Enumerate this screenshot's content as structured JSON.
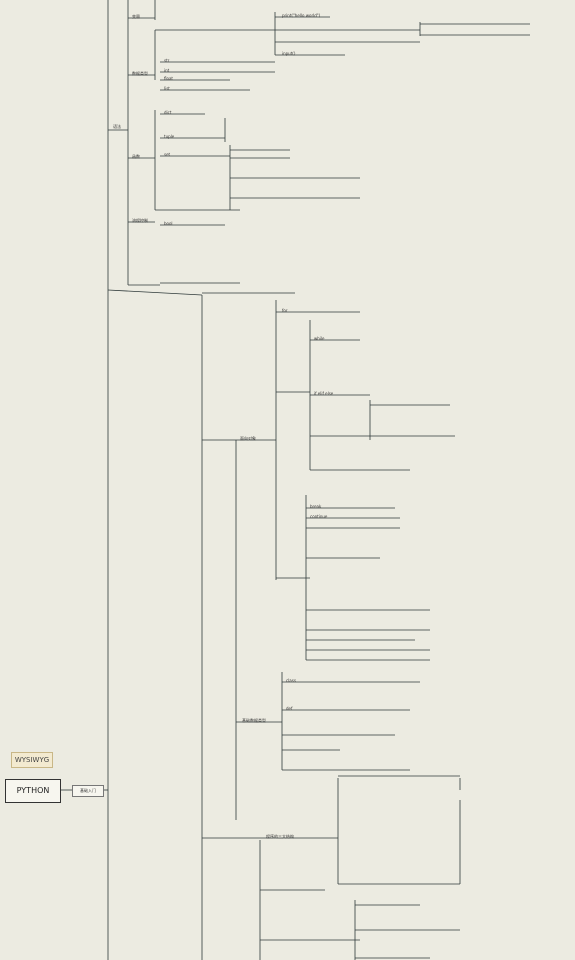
{
  "badge": "WYSIWYG",
  "root": "PYTHON",
  "root_child": "基础入门",
  "branches": {
    "b1": "语法",
    "b2": "变量",
    "b3": "数据类型",
    "b4": "函数",
    "b5": "流程控制",
    "b6": "面向对象",
    "b7": "基础数据类型",
    "b8": "程序的三大结构"
  },
  "notes": {
    "n1": "print(\"hello world\")",
    "n2": "input()",
    "n3": "str",
    "n4": "int",
    "n5": "float",
    "n6": "list",
    "n7": "dict",
    "n8": "tuple",
    "n9": "set",
    "n10": "bool",
    "n11": "for",
    "n12": "while",
    "n13": "if elif else",
    "n14": "break",
    "n15": "continue",
    "n16": "class",
    "n17": "def"
  }
}
